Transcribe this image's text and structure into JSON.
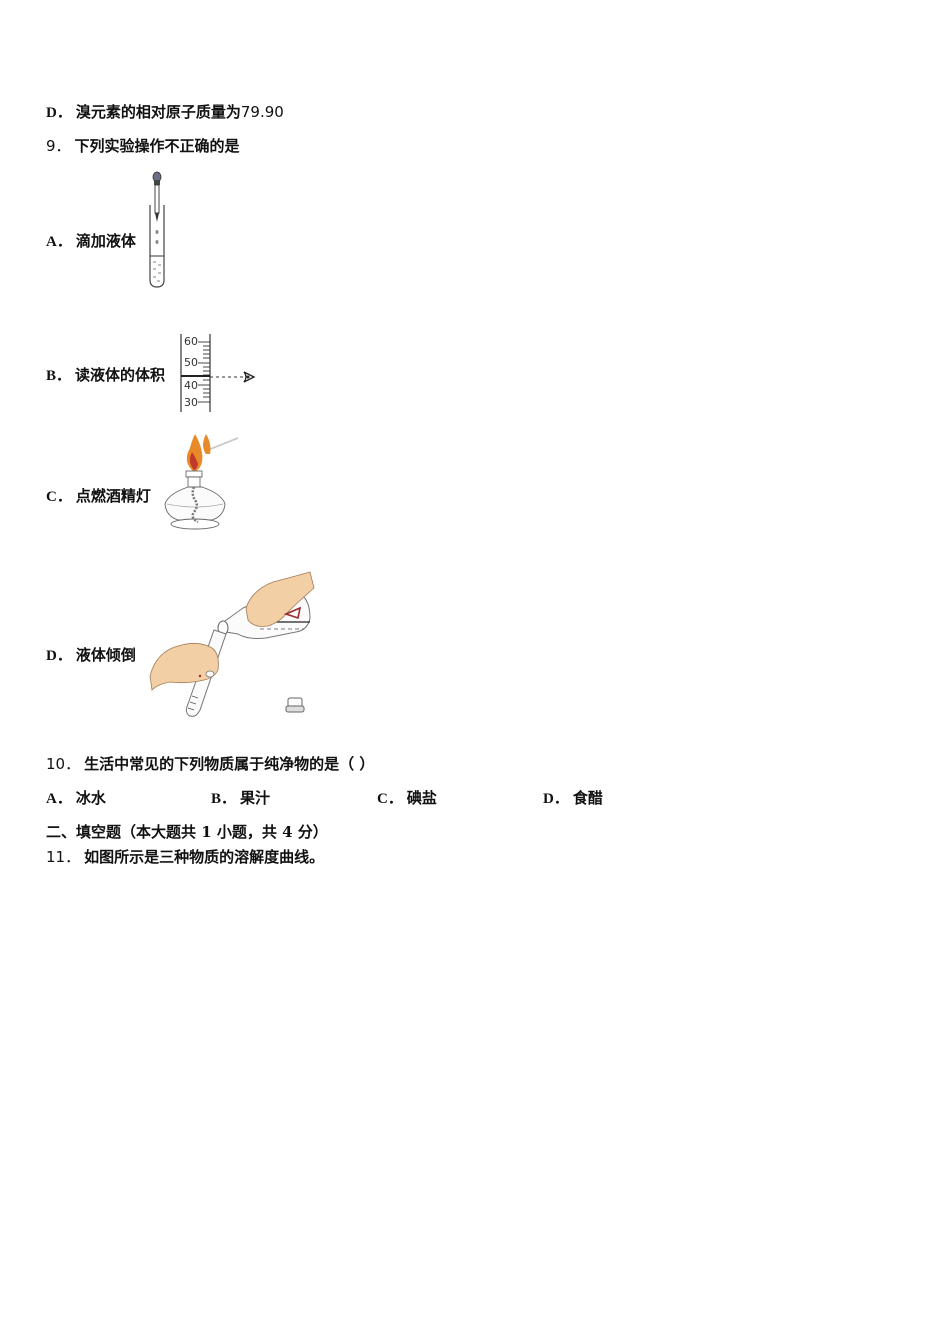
{
  "prev_question": {
    "option_d": {
      "letter": "D．",
      "text": "溴元素的相对原子质量为",
      "value": "79.90"
    }
  },
  "q9": {
    "number": "9．",
    "stem": "下列实验操作不正确的是",
    "options": [
      {
        "letter": "A．",
        "text": "滴加液体",
        "figure": "dropper-over-test-tube"
      },
      {
        "letter": "B．",
        "text": "读液体的体积",
        "figure": "graduated-cylinder-reading",
        "scale_labels": [
          "60",
          "50",
          "40",
          "30"
        ]
      },
      {
        "letter": "C．",
        "text": "点燃酒精灯",
        "figure": "alcohol-lamp-lit-by-another-lamp"
      },
      {
        "letter": "D．",
        "text": "液体倾倒",
        "figure": "pouring-liquid-into-test-tube"
      }
    ]
  },
  "q10": {
    "number": "10．",
    "stem": "生活中常见的下列物质属于纯净物的是（ ）",
    "options": [
      {
        "letter": "A．",
        "text": "冰水"
      },
      {
        "letter": "B．",
        "text": "果汁"
      },
      {
        "letter": "C．",
        "text": "碘盐"
      },
      {
        "letter": "D．",
        "text": "食醋"
      }
    ]
  },
  "section2": {
    "heading": "二、填空题（本大题共 1 小题，共 4 分）"
  },
  "q11": {
    "number": "11．",
    "stem": "如图所示是三种物质的溶解度曲线。"
  },
  "colors": {
    "text": "#111111",
    "flame_outer": "#e8892a",
    "flame_inner": "#c0392b",
    "skin": "#f3cfa6",
    "bottle_label": "#9b2b2b"
  }
}
